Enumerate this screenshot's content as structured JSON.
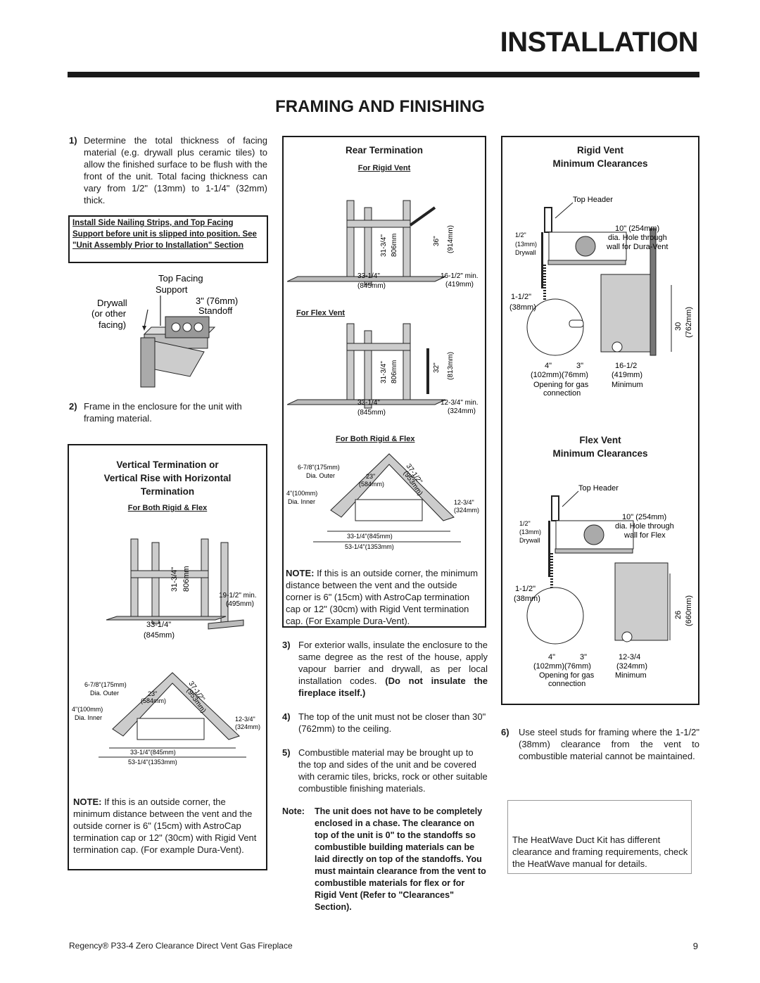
{
  "header": {
    "title": "INSTALLATION",
    "section": "FRAMING AND FINISHING"
  },
  "left": {
    "step1_num": "1)",
    "step1": "Determine the total thickness of facing material (e.g. drywall plus ceramic tiles) to allow the finished surface to be flush with the front of the unit. Total facing thickness can vary from 1/2\" (13mm) to 1-1/4\" (32mm) thick.",
    "warning": "Install Side Nailing Strips, and Top Facing Support before unit is slipped into position. See \"Unit Assembly Prior to Installation\" Section",
    "fig_top_facing": "Top Facing",
    "fig_support": "Support",
    "fig_drywall": "Drywall",
    "fig_or_other": "(or other",
    "fig_facing": "facing)",
    "fig_standoff_size": "3\" (76mm)",
    "fig_standoff": "Standoff",
    "step2_num": "2)",
    "step2": "Frame in the enclosure for the unit with framing material.",
    "vert_title1": "Vertical Termination or",
    "vert_title2": "Vertical Rise with Horizontal",
    "vert_title3": "Termination",
    "vert_sub": "For Both Rigid & Flex",
    "vert_dim_h": "31-3/4\"",
    "vert_dim_hmm": "806mm",
    "vert_dim_min": "19-1/2\" min.",
    "vert_dim_minmm": "(495mm)",
    "vert_dim_w": "33-1/4\"",
    "vert_dim_wmm": "(845mm)",
    "corner_outer": "6-7/8\"(175mm)",
    "corner_outer2": "Dia. Outer",
    "corner_23": "23\"",
    "corner_584": "(584mm)",
    "corner_37": "37-1/2\"",
    "corner_953": "(953mm)",
    "corner_inner": "4\"(100mm)",
    "corner_inner2": "Dia. Inner",
    "corner_1234": "12-3/4\"",
    "corner_324": "(324mm)",
    "corner_w1": "33-1/4\"(845mm)",
    "corner_w2": "53-1/4\"(1353mm)",
    "note_label": "NOTE:",
    "note": " If this is an outside corner, the minimum distance between the vent and the outside corner is 6\" (15cm) with AstroCap termination cap or 12\" (30cm) with Rigid Vent termination cap. (For example Dura-Vent)."
  },
  "middle": {
    "title": "Rear Termination",
    "rigid_sub": "For Rigid Vent",
    "rigid_h": "31-3/4\"",
    "rigid_hmm": "806mm",
    "rigid_36": "36\"",
    "rigid_914": "(914mm)",
    "rigid_w": "33-1/4\"",
    "rigid_wmm": "(845mm)",
    "rigid_min": "16-1/2\" min.",
    "rigid_minmm": "(419mm)",
    "flex_sub": "For Flex Vent",
    "flex_h": "31-3/4\"",
    "flex_hmm": "806mm",
    "flex_32": "32\"",
    "flex_813": "(813mm)",
    "flex_w": "33-1/4\"",
    "flex_wmm": "(845mm)",
    "flex_min": "12-3/4\" min.",
    "flex_minmm": "(324mm)",
    "both_sub": "For Both Rigid & Flex",
    "note_label": "NOTE:",
    "note": " If this is an outside corner, the minimum distance between the vent and the outside corner is 6\" (15cm) with AstroCap termination cap or 12\" (30cm) with Rigid Vent termination cap. (For Example Dura-Vent).",
    "step3_num": "3)",
    "step3": "For exterior walls, insulate the enclosure to the same degree as the rest of the house, apply vapour barrier and drywall, as per local installation codes. ",
    "step3_bold": "(Do not insulate the fireplace itself.)",
    "step4_num": "4)",
    "step4": "The top of the unit must not be closer than 30\" (762mm) to the ceiling.",
    "step5_num": "5)",
    "step5": "Combustible material may be brought up to the top and sides of the unit and be covered with ceramic tiles, bricks, rock or other suitable combustible finishing materials.",
    "note2_label": "Note:",
    "note2": "The unit does not have to be completely enclosed in a chase. The clearance on top of the unit is 0\" to the standoffs so combustible building materials can be laid directly on top of the standoffs. You must maintain clearance from the vent to combustible materials for flex or for Rigid Vent (Refer to \"Clearances\" Section)."
  },
  "right": {
    "rigid_title1": "Rigid Vent",
    "rigid_title2": "Minimum Clearances",
    "top_header": "Top Header",
    "half": "1/2\"",
    "mm13": "(13mm)",
    "drywall": "Drywall",
    "hole10": "10\" (254mm)",
    "hole_dia": "dia. Hole through",
    "rigid_wall": "wall for Dura-Vent",
    "d112": "1-1/2\"",
    "d38": "(38mm)",
    "d4": "4\"",
    "d3": "3\"",
    "d102": "(102mm)(76mm)",
    "opening1": "Opening for gas",
    "opening2": "connection",
    "rigid_1612": "16-1/2",
    "rigid_419": "(419mm)",
    "minimum": "Minimum",
    "rigid_30": "30",
    "rigid_762": "(762mm)",
    "flex_title1": "Flex Vent",
    "flex_title2": "Minimum Clearances",
    "flex_wall": "wall for Flex",
    "flex_1234": "12-3/4",
    "flex_324": "(324mm)",
    "flex_26": "26",
    "flex_660": "(660mm)",
    "step6_num": "6)",
    "step6": "Use steel studs for framing where the 1-1/2\" (38mm) clearance from the vent to combustible material cannot be maintained.",
    "heatwave": "The HeatWave Duct Kit has different clearance and framing requirements, check the HeatWave manual for details."
  },
  "footer": {
    "text": "Regency® P33-4 Zero Clearance Direct Vent Gas Fireplace",
    "page": "9"
  }
}
